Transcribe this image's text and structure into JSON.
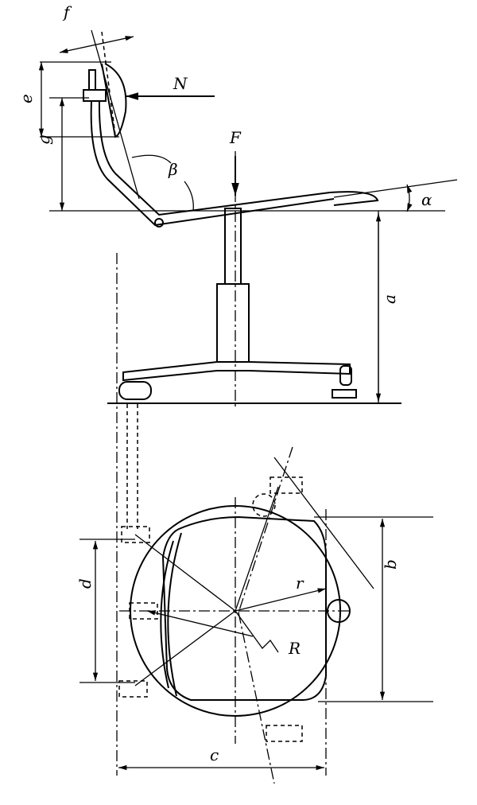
{
  "diagram": {
    "subject": "chair",
    "labels": {
      "f": "f",
      "e": "e",
      "N": "N",
      "g": "g",
      "beta": "β",
      "F": "F",
      "alpha": "α",
      "a": "a",
      "r": "r",
      "b": "b",
      "d": "d",
      "R": "R",
      "c": "c"
    }
  }
}
